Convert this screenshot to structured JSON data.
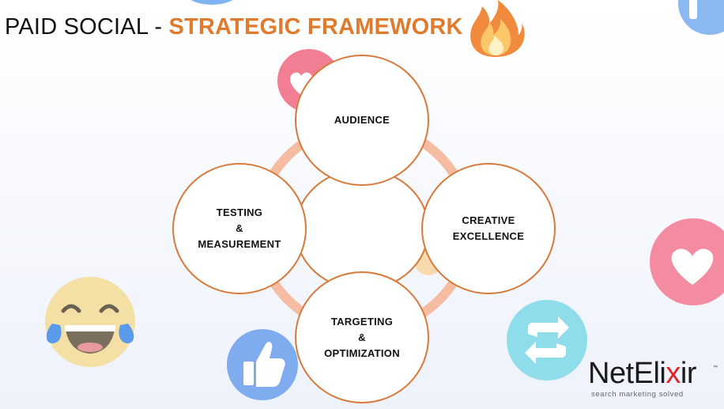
{
  "title": {
    "prefix": "PAID SOCIAL - ",
    "highlight": "STRATEGIC FRAMEWORK",
    "highlight_color": "#E07A2C"
  },
  "framework": {
    "ring_color": "#F5BCA2",
    "border_color": "#D7793A",
    "nodes": [
      {
        "id": "audience",
        "label": "AUDIENCE"
      },
      {
        "id": "creative",
        "label": "CREATIVE\nEXCELLENCE"
      },
      {
        "id": "targeting",
        "label": "TARGETING\n&\nOPTIMIZATION"
      },
      {
        "id": "testing",
        "label": "TESTING\n&\nMEASUREMENT"
      },
      {
        "id": "center",
        "label": ""
      }
    ]
  },
  "decorations": [
    {
      "icon": "fire-emoji-icon"
    },
    {
      "icon": "heart-reaction-icon"
    },
    {
      "icon": "like-thumbs-up-icon"
    },
    {
      "icon": "retweet-icon"
    },
    {
      "icon": "laughing-tears-emoji-icon"
    }
  ],
  "logo": {
    "name_part1": "NetEli",
    "name_accent": "x",
    "name_part2": "ir",
    "trademark": "™",
    "tagline": "search marketing solved",
    "accent_color": "#E0262A"
  }
}
